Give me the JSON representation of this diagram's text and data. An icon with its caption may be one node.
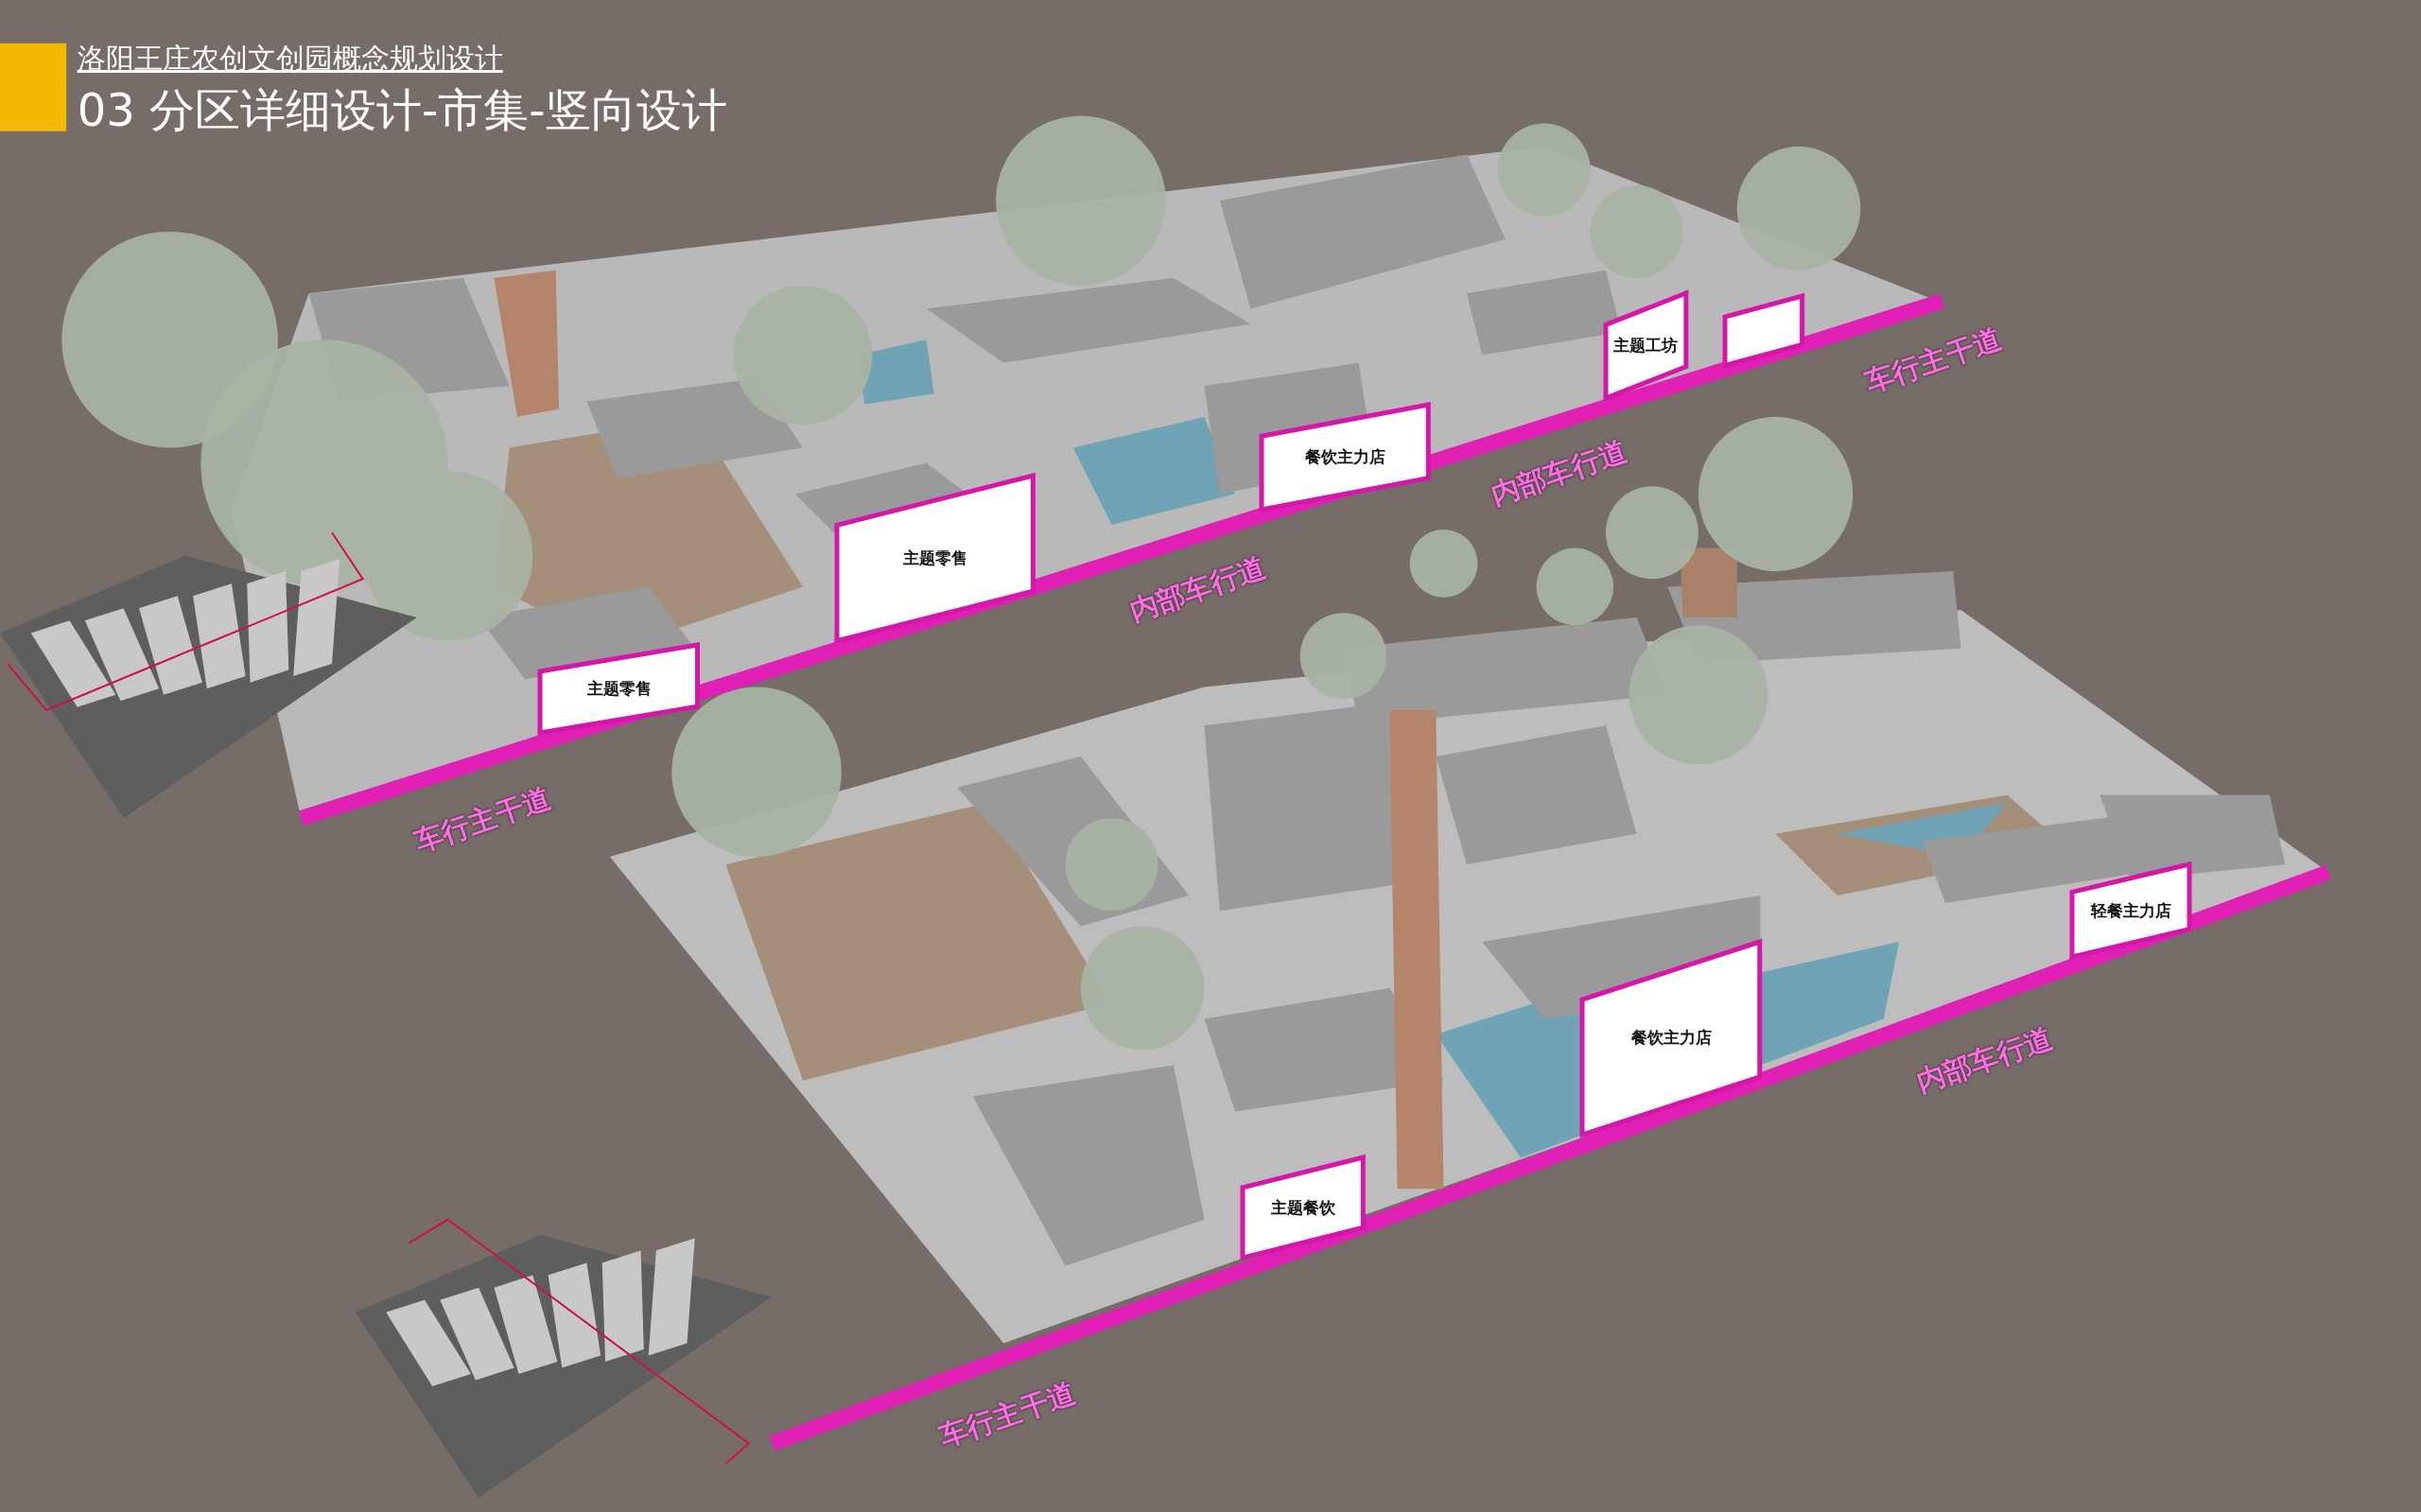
{
  "diagram": {
    "title": "03 分区详细设计-市集-竖向设计",
    "nodes": [
      {
        "text": [
          "主题工坊"
        ]
      },
      {
        "text": [],
        "shape": "box"
      },
      {
        "text": [
          "餐饮主力店"
        ]
      },
      {
        "text": [
          "主题零售"
        ]
      },
      {
        "text": [
          "主题零售"
        ]
      },
      {
        "text": [
          "轻餐主力店"
        ]
      },
      {
        "text": [
          "餐饮主力店"
        ]
      },
      {
        "text": [
          "主题餐饮"
        ]
      }
    ],
    "labels": [
      "洛阳王庄农创文创园概念规划设计",
      "车行主干道",
      "内部车行道",
      "内部车行道",
      "车行主干道",
      "内部车行道",
      "车行主干道"
    ]
  }
}
